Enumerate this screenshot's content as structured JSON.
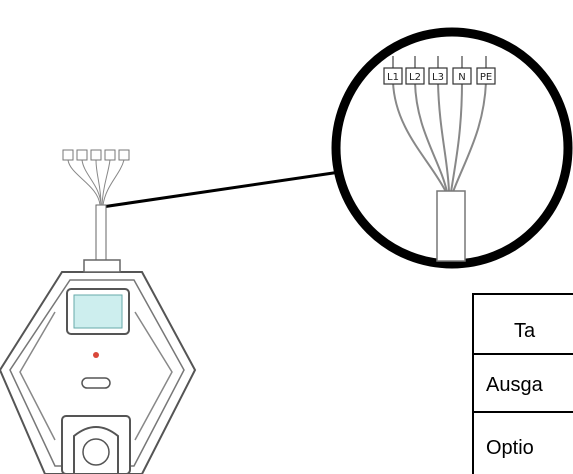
{
  "magnifier": {
    "terminals": [
      "L1",
      "L2",
      "L3",
      "N",
      "PE"
    ]
  },
  "table": {
    "header": "Ta",
    "row_output": "Ausga",
    "row_option": "Optio"
  },
  "colors": {
    "line": "#000000",
    "wire": "#8a8a8a",
    "device_outline": "#555555",
    "screen": "#cdeeee",
    "indicator": "#d9473a"
  }
}
